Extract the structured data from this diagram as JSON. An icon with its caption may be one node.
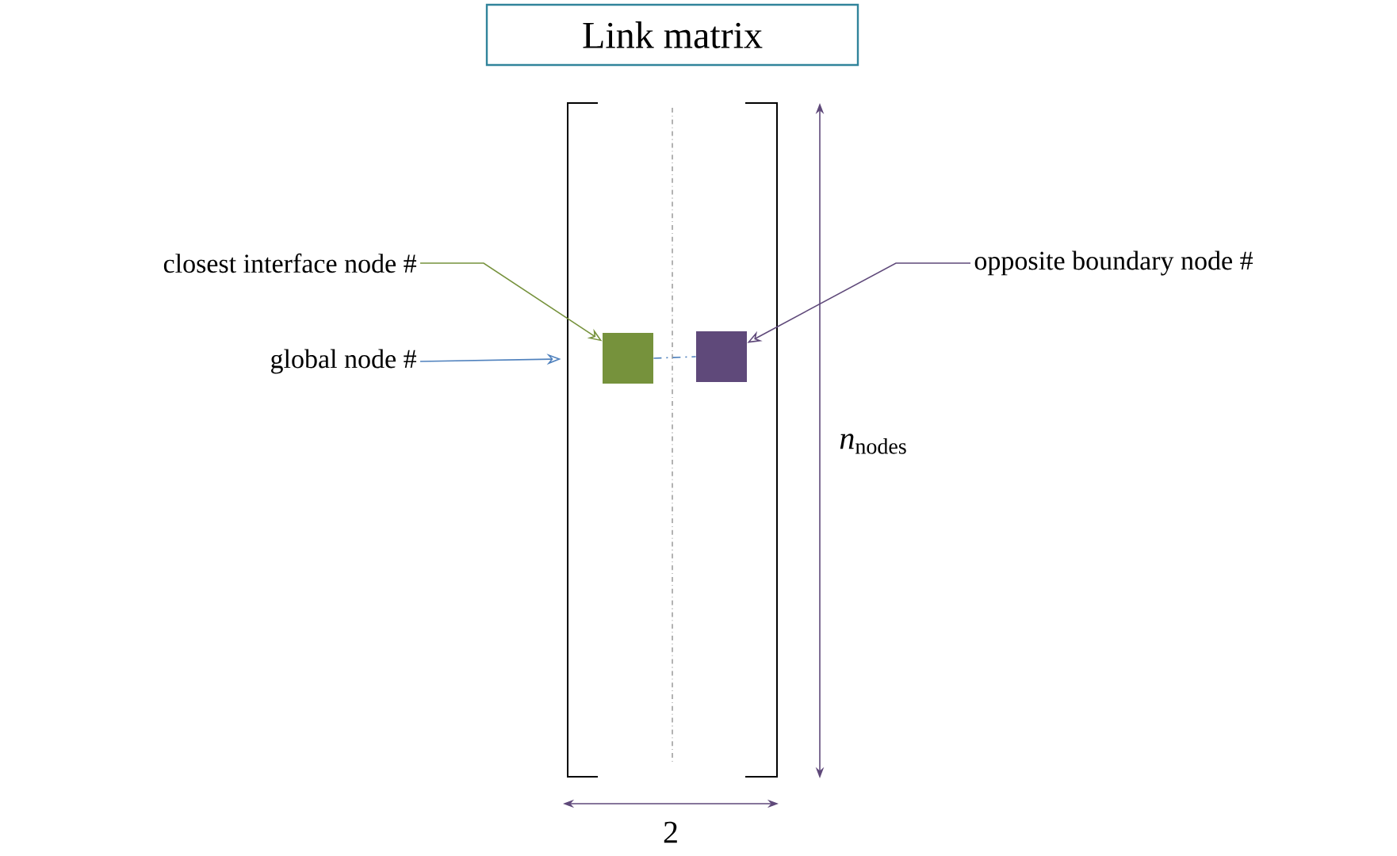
{
  "diagram": {
    "title": "Link matrix",
    "nodes": [
      {
        "text": [
          "closest interface node #"
        ]
      },
      {
        "text": [
          "global node #"
        ]
      },
      {
        "text": [
          "opposite boundary node #"
        ]
      },
      {
        "text": [],
        "shape": "box"
      },
      {
        "text": [],
        "shape": "box"
      }
    ],
    "edges": [
      {
        "from": 0,
        "to": 3,
        "arrow": "to",
        "color": "#76923c"
      },
      {
        "from": 1,
        "to": 3,
        "arrow": "to",
        "color": "#4f81bd"
      },
      {
        "from": 3,
        "to": 4,
        "arrow": "none",
        "style": "dashed",
        "color": "#4f81bd"
      },
      {
        "from": 2,
        "to": 4,
        "arrow": "to",
        "color": "#5f497a"
      }
    ],
    "labels": [
      "*n*$_{nodes}$",
      "2"
    ]
  }
}
